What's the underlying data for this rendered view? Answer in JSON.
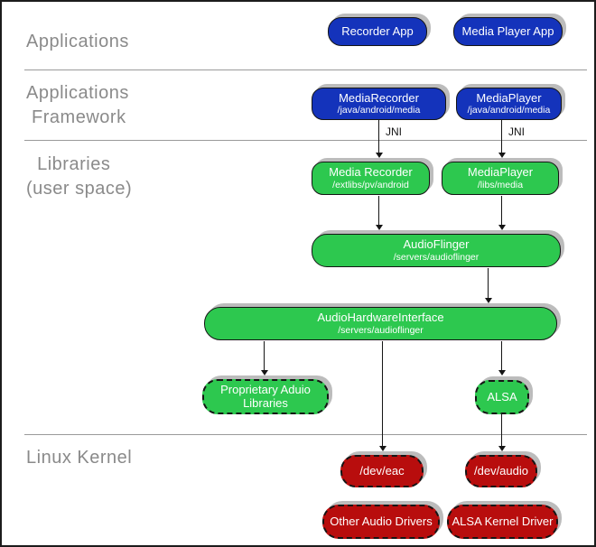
{
  "layers": {
    "applications": {
      "line1": "Applications"
    },
    "framework": {
      "line1": "Applications",
      "line2": " Framework"
    },
    "libraries": {
      "line1": "  Libraries",
      "line2": "(user space)"
    },
    "kernel": {
      "line1": "Linux Kernel"
    }
  },
  "nodes": {
    "recorder_app": {
      "title": "Recorder App"
    },
    "media_player_app": {
      "title": "Media Player App"
    },
    "media_recorder_fw": {
      "title": "MediaRecorder",
      "path": "/java/android/media"
    },
    "media_player_fw": {
      "title": "MediaPlayer",
      "path": "/java/android/media"
    },
    "media_recorder_lib": {
      "title": "Media Recorder",
      "path": "/extlibs/pv/android"
    },
    "media_player_lib": {
      "title": "MediaPlayer",
      "path": "/libs/media"
    },
    "audio_flinger": {
      "title": "AudioFlinger",
      "path": "/servers/audioflinger"
    },
    "audio_hw_interface": {
      "title": "AudioHardwareInterface",
      "path": "/servers/audioflinger"
    },
    "proprietary_audio": {
      "title": "Proprietary Aduio Libraries"
    },
    "alsa": {
      "title": "ALSA"
    },
    "dev_eac": {
      "title": "/dev/eac"
    },
    "dev_audio": {
      "title": "/dev/audio"
    },
    "other_audio_drivers": {
      "title": "Other Audio Drivers"
    },
    "alsa_kernel_driver": {
      "title": "ALSA Kernel Driver"
    }
  },
  "edges": {
    "jni_left": {
      "label": "JNI"
    },
    "jni_right": {
      "label": "JNI"
    }
  },
  "colors": {
    "node_blue": "#1433bb",
    "node_green": "#2dc84f",
    "node_red": "#b80d0d",
    "node_text": "#ffffff",
    "shadow": "#bcbcbc",
    "layer_label": "#8a8a8a",
    "separator": "#9a9a9a",
    "line": "#151515",
    "background": "#ffffff",
    "frame_border": "#1c1c1c"
  }
}
